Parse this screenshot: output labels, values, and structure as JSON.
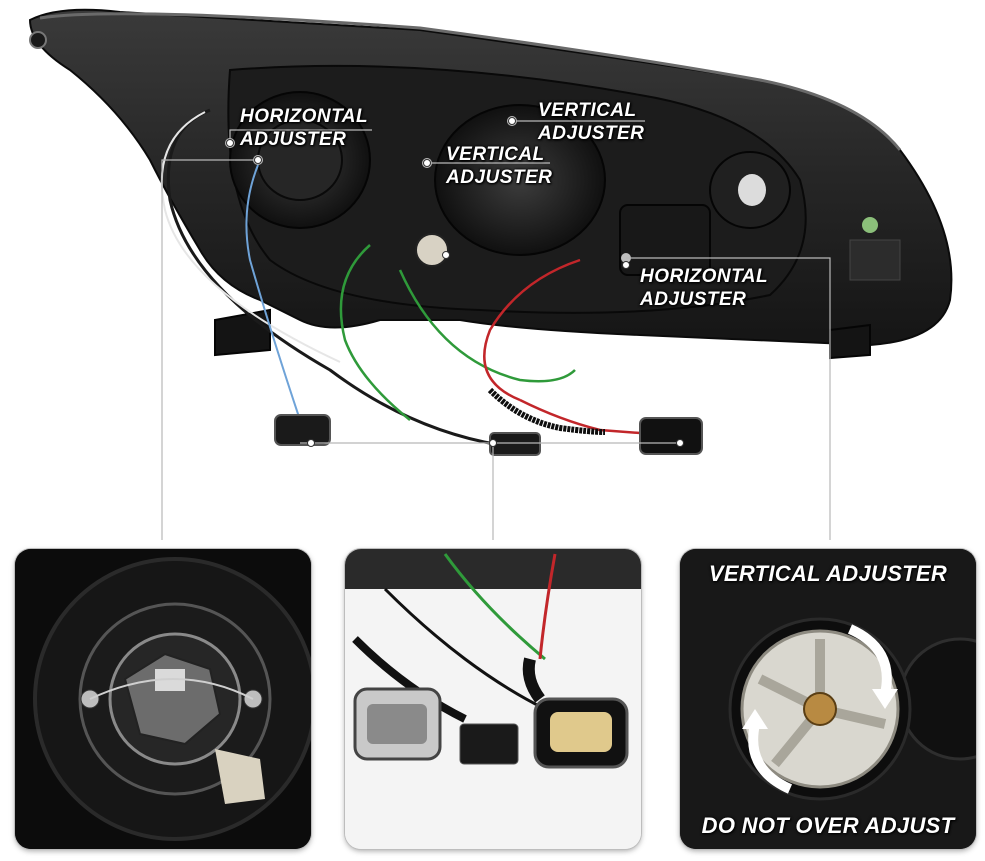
{
  "callouts": {
    "horizontal_adjuster_left": {
      "line1": "HORIZONTAL",
      "line2": "ADJUSTER"
    },
    "vertical_adjuster_top": {
      "line1": "VERTICAL",
      "line2": "ADJUSTER"
    },
    "vertical_adjuster_mid": {
      "line1": "VERTICAL",
      "line2": "ADJUSTER"
    },
    "horizontal_adjuster_right": {
      "line1": "HORIZONTAL",
      "line2": "ADJUSTER"
    }
  },
  "insets": {
    "right": {
      "title": "VERTICAL ADJUSTER",
      "warning": "DO NOT OVER ADJUST"
    }
  },
  "colors": {
    "housing": "#2a2a2a",
    "housing_dark": "#141414",
    "wire_green": "#2f9a3a",
    "wire_red": "#c2262a",
    "wire_white": "#e6e6e6",
    "wire_blue": "#6fa3d8",
    "leader_line": "#b8b8b8"
  }
}
